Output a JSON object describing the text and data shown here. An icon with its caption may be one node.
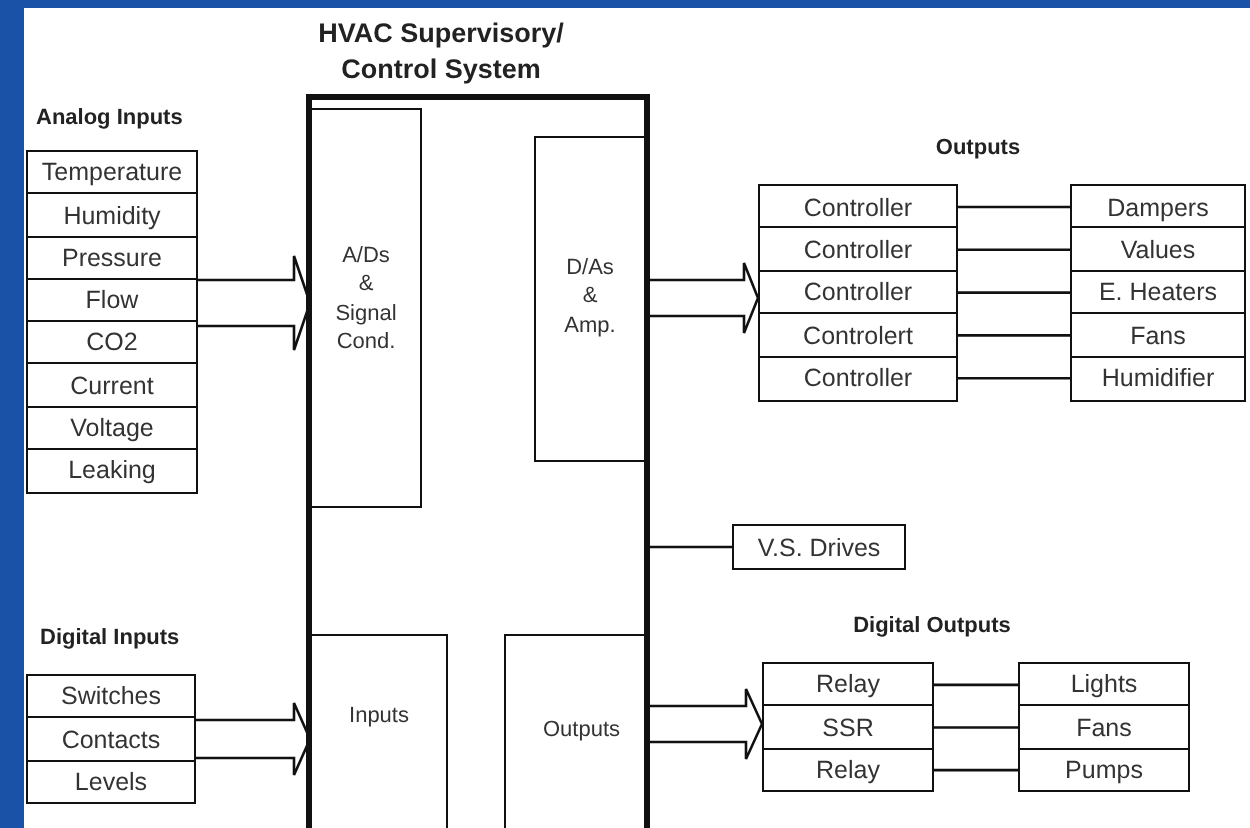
{
  "diagram": {
    "nodes": [
      {
        "text": [
          "HVAC Supervisory/ Control System"
        ]
      },
      {
        "text": [
          "A/Ds & Signal Cond."
        ],
        "in": 0
      },
      {
        "text": [
          "D/As & Amp."
        ],
        "in": 0
      },
      {
        "text": [
          "Inputs"
        ],
        "in": 0
      },
      {
        "text": [
          "Outputs"
        ],
        "in": 0
      },
      {
        "text": [
          "Analog Inputs"
        ]
      },
      {
        "text": [
          "Temperature"
        ],
        "in": 5
      },
      {
        "text": [
          "Humidity"
        ],
        "in": 5
      },
      {
        "text": [
          "Pressure"
        ],
        "in": 5
      },
      {
        "text": [
          "Flow"
        ],
        "in": 5
      },
      {
        "text": [
          "CO2"
        ],
        "in": 5
      },
      {
        "text": [
          "Current"
        ],
        "in": 5
      },
      {
        "text": [
          "Voltage"
        ],
        "in": 5
      },
      {
        "text": [
          "Leaking"
        ],
        "in": 5
      },
      {
        "text": [
          "Outputs"
        ]
      },
      {
        "text": [
          "Controller"
        ],
        "in": 14
      },
      {
        "text": [
          "Controller"
        ],
        "in": 14
      },
      {
        "text": [
          "Controller"
        ],
        "in": 14
      },
      {
        "text": [
          "Controlert"
        ],
        "in": 14
      },
      {
        "text": [
          "Controller"
        ],
        "in": 14
      },
      {
        "text": [
          "Dampers"
        ]
      },
      {
        "text": [
          "Values"
        ]
      },
      {
        "text": [
          "E. Heaters"
        ]
      },
      {
        "text": [
          "Fans"
        ]
      },
      {
        "text": [
          "Humidifier"
        ]
      },
      {
        "text": [
          "V.S. Drives"
        ]
      },
      {
        "text": [
          "Digital Inputs"
        ]
      },
      {
        "text": [
          "Switches"
        ],
        "in": 26
      },
      {
        "text": [
          "Contacts"
        ],
        "in": 26
      },
      {
        "text": [
          "Levels"
        ],
        "in": 26
      },
      {
        "text": [
          "Digital Outputs"
        ]
      },
      {
        "text": [
          "Relay"
        ],
        "in": 30
      },
      {
        "text": [
          "SSR"
        ],
        "in": 30
      },
      {
        "text": [
          "Relay"
        ],
        "in": 30
      },
      {
        "text": [
          "Lights"
        ]
      },
      {
        "text": [
          "Fans"
        ]
      },
      {
        "text": [
          "Pumps"
        ]
      }
    ],
    "edges": [
      {
        "from": 5,
        "to": 1,
        "arrow": "to",
        "style": "thick"
      },
      {
        "from": 2,
        "to": 14,
        "arrow": "to",
        "style": "thick"
      },
      {
        "from": 15,
        "to": 20,
        "arrow": "none"
      },
      {
        "from": 16,
        "to": 21,
        "arrow": "none"
      },
      {
        "from": 17,
        "to": 22,
        "arrow": "none"
      },
      {
        "from": 18,
        "to": 23,
        "arrow": "none"
      },
      {
        "from": 19,
        "to": 24,
        "arrow": "none"
      },
      {
        "from": 0,
        "to": 25,
        "arrow": "none"
      },
      {
        "from": 26,
        "to": 3,
        "arrow": "to",
        "style": "thick"
      },
      {
        "from": 4,
        "to": 30,
        "arrow": "to",
        "style": "thick"
      },
      {
        "from": 31,
        "to": 34,
        "arrow": "none"
      },
      {
        "from": 32,
        "to": 35,
        "arrow": "none"
      },
      {
        "from": 33,
        "to": 36,
        "arrow": "none"
      }
    ]
  }
}
